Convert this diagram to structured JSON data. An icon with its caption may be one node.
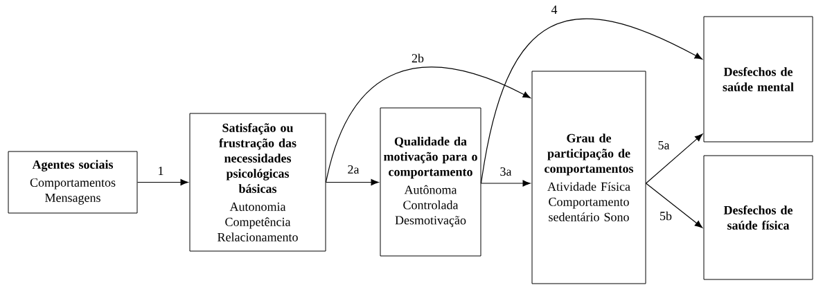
{
  "diagram": {
    "nodes": [
      {
        "text": [
          "Agentes sociais",
          "Comportamentos Mensagens"
        ]
      },
      {
        "text": [
          "Satisfação ou frustração das necessidades psicológicas básicas",
          "Autonomia Competência Relacionamento"
        ]
      },
      {
        "text": [
          "Qualidade da motivação para o comportamento",
          "Autônoma Controlada Desmotivação"
        ]
      },
      {
        "text": [
          "Grau de participação de comportamentos",
          "Atividade Física Comportamento sedentário Sono"
        ]
      },
      {
        "text": [
          "Desfechos de saúde mental"
        ]
      },
      {
        "text": [
          "Desfechos de saúde física"
        ]
      }
    ],
    "edges": [
      {
        "from": 0,
        "to": 1,
        "arrow": "to",
        "label": "1"
      },
      {
        "from": 1,
        "to": 2,
        "arrow": "to",
        "label": "2a"
      },
      {
        "from": 1,
        "to": 3,
        "arrow": "to",
        "label": "2b"
      },
      {
        "from": 2,
        "to": 3,
        "arrow": "to",
        "label": "3a"
      },
      {
        "from": 2,
        "to": 4,
        "arrow": "to",
        "label": "4"
      },
      {
        "from": 3,
        "to": 4,
        "arrow": "to",
        "label": "5a"
      },
      {
        "from": 3,
        "to": 5,
        "arrow": "to",
        "label": "5b"
      }
    ]
  }
}
